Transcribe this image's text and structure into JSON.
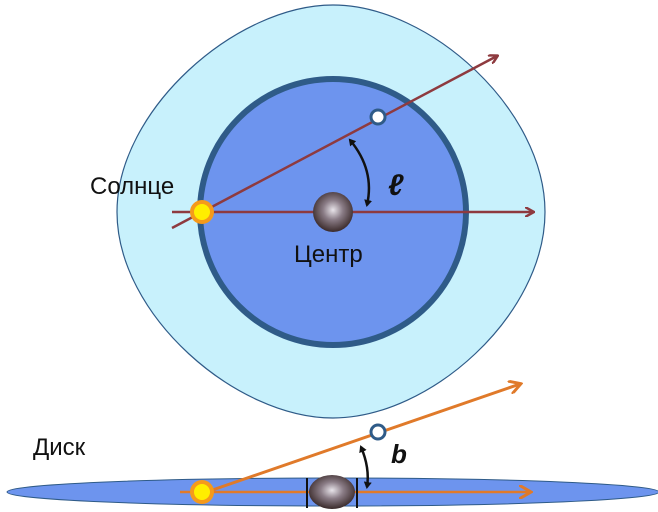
{
  "labels": {
    "sun": "Солнце",
    "center": "Центр",
    "disk": "Диск",
    "longitude_symbol": "ℓ",
    "latitude_symbol": "b"
  },
  "colors": {
    "halo_fill": "#c8f1fc",
    "disk_fill": "#6d94ee",
    "disk_stroke": "#2f5b88",
    "top_ray": "#8e3a3f",
    "side_ray": "#e07a2a",
    "sun_fill": "#ffee00",
    "sun_stroke": "#f59a1b"
  }
}
